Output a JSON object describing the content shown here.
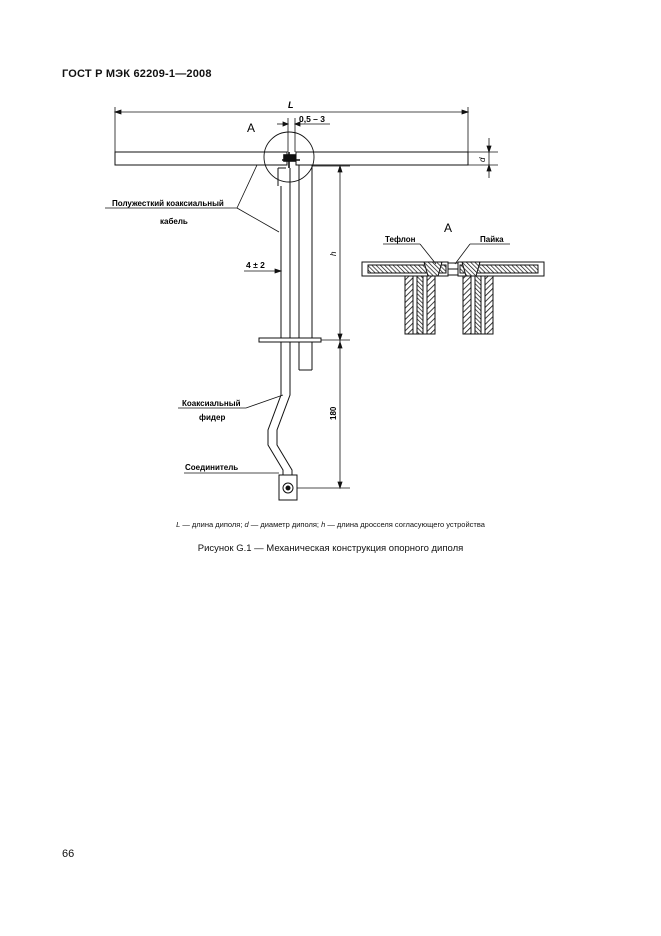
{
  "header": {
    "doc_code": "ГОСТ Р МЭК 62209-1—2008"
  },
  "figure": {
    "labels": {
      "L": "L",
      "gap": "0,5 – 3",
      "detail_mark": "A",
      "d": "d",
      "semi_rigid_cable_line1": "Полужесткий коаксиальный",
      "semi_rigid_cable_line2": "кабель",
      "offset": "4 ± 2",
      "h": "h",
      "coax_feeder_line1": "Коаксиальный",
      "coax_feeder_line2": "фидер",
      "length_180": "180",
      "connector": "Соединитель",
      "detail_title": "A",
      "teflon": "Тефлон",
      "solder": "Пайка"
    }
  },
  "legend": {
    "L_sym": "L",
    "L_text": " — длина диполя; ",
    "d_sym": "d",
    "d_text": " — диаметр диполя; ",
    "h_sym": "h",
    "h_text": " — длина дросселя согласующего устройства"
  },
  "caption": "Рисунок G.1 — Механическая конструкция опорного диполя",
  "page_number": "66"
}
